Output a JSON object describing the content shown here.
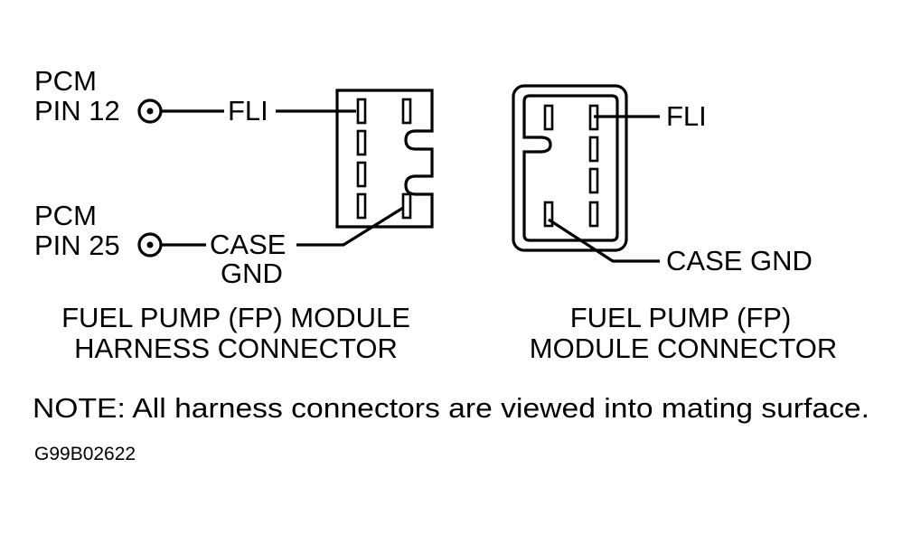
{
  "colors": {
    "ink": "#000000",
    "background": "#ffffff"
  },
  "left_diagram": {
    "pcm_pin12": {
      "line1": "PCM",
      "line2": "PIN 12"
    },
    "pcm_pin25": {
      "line1": "PCM",
      "line2": "PIN 25"
    },
    "fli_label": "FLI",
    "case_gnd_line1": "CASE",
    "case_gnd_line2": "GND",
    "caption_line1": "FUEL PUMP (FP) MODULE",
    "caption_line2": "HARNESS CONNECTOR"
  },
  "right_diagram": {
    "fli_label": "FLI",
    "case_gnd_label": "CASE GND",
    "caption_line1": "FUEL PUMP (FP)",
    "caption_line2": "MODULE CONNECTOR"
  },
  "note": "NOTE:  All harness connectors are viewed into mating surface.",
  "figure_code": "G99B02622"
}
